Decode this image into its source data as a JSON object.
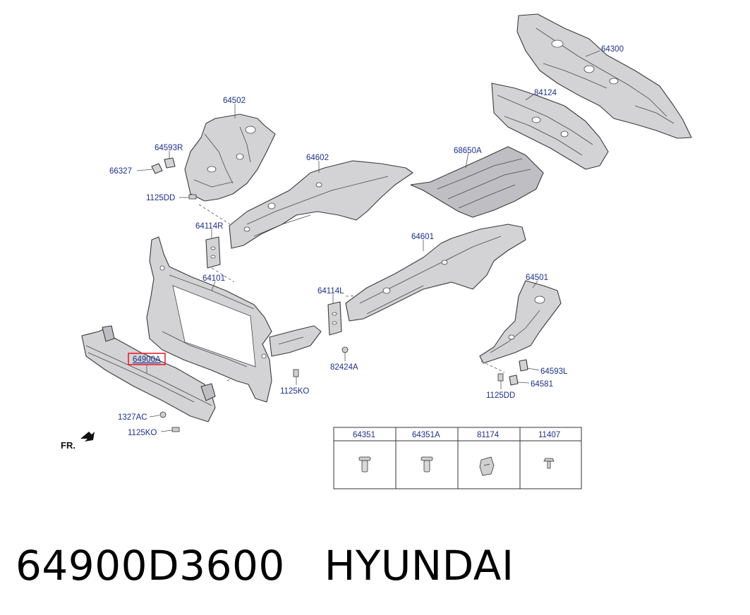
{
  "diagram": {
    "labels": {
      "p64300": "64300",
      "p84124": "84124",
      "p64502": "64502",
      "p68650a": "68650A",
      "p64593r": "64593R",
      "p66327": "66327",
      "p64602": "64602",
      "p1125dd_a": "1125DD",
      "p64114r": "64114R",
      "p64601": "64601",
      "p64101": "64101",
      "p64501": "64501",
      "p64114l": "64114L",
      "p64900a": "64900A",
      "p82424a": "82424A",
      "p64593l": "64593L",
      "p1125ko_a": "1125KO",
      "p64581": "64581",
      "p1125dd_b": "1125DD",
      "p1327ac": "1327AC",
      "p1125ko_b": "1125KO"
    },
    "highlight_color": "#e8202a",
    "label_color": "#1c2f8a",
    "direction_label": "FR.",
    "fastener_table": {
      "columns": [
        "64351",
        "64351A",
        "81174",
        "11407"
      ]
    }
  },
  "caption": {
    "part_number": "64900D3600",
    "brand": "HYUNDAI"
  }
}
